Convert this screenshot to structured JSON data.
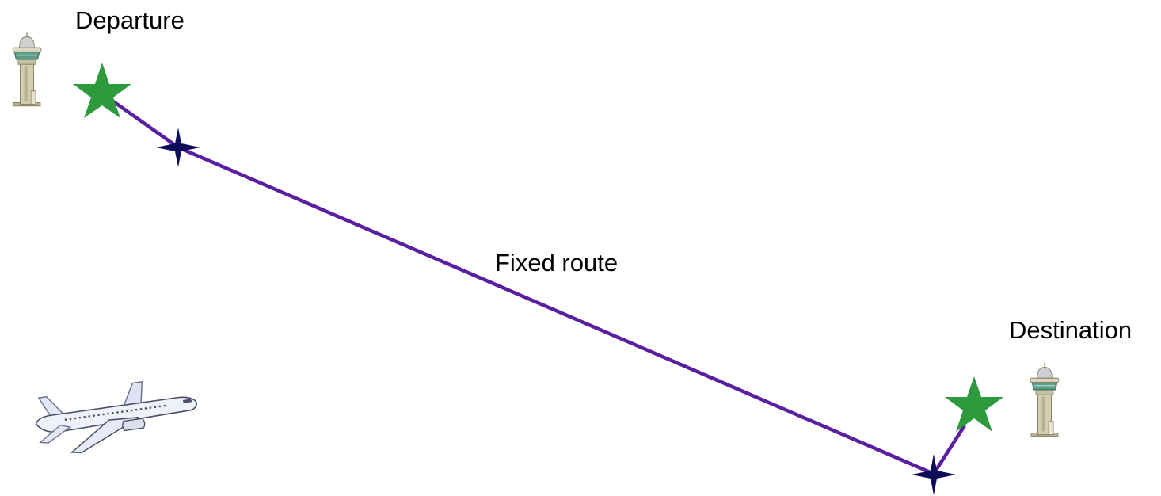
{
  "labels": {
    "departure": "Departure",
    "destination": "Destination",
    "route": "Fixed route"
  },
  "colors": {
    "route_line": "#5a1fa0",
    "airport_star": "#2e9a3e",
    "waypoint": "#0d0d5a",
    "tower_body": "#c9c3a4",
    "tower_cab": "#4f8f7c",
    "aircraft_body": "#eef0fa"
  },
  "icons": {
    "departure_tower": "control-tower-icon",
    "destination_tower": "control-tower-icon",
    "departure_marker": "star-icon",
    "destination_marker": "star-icon",
    "waypoint_marker": "four-point-star-icon",
    "aircraft": "airplane-icon"
  }
}
